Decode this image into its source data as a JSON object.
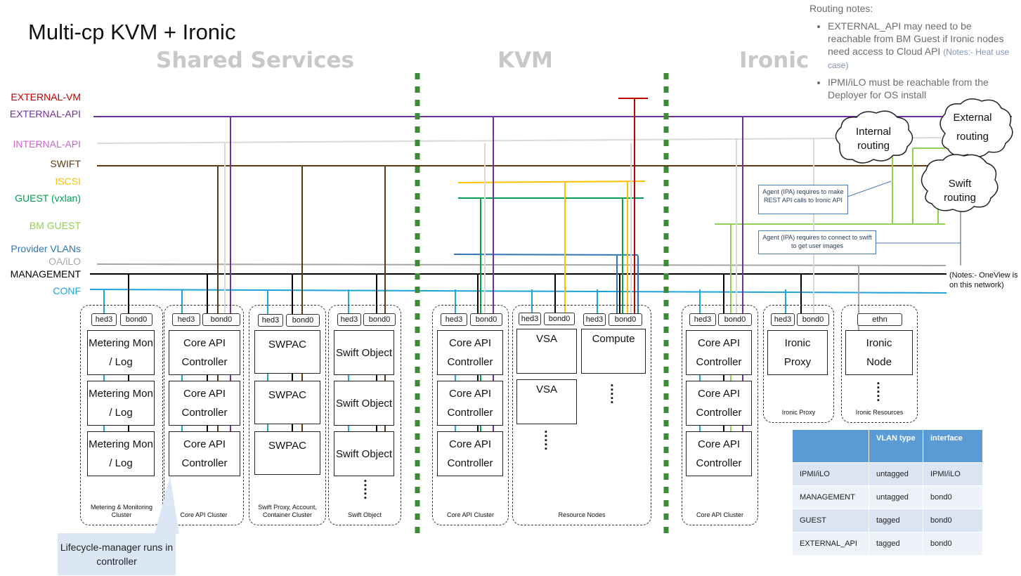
{
  "title": "Multi-cp  KVM + Ironic",
  "sections": [
    "Shared Services",
    "KVM",
    "Ironic"
  ],
  "colors": {
    "external_vm": "#c00000",
    "external_api": "#7030a0",
    "internal_api": "#d9d9d9",
    "swift": "#5f3a10",
    "iscsi": "#ffc000",
    "guest_vxlan": "#00a050",
    "bm_guest": "#92d050",
    "provider_vlans": "#2e75b6",
    "oa_ilo": "#a6a6a6",
    "management": "#000000",
    "conf": "#00b0f0",
    "divider": "#3d8b37"
  },
  "networks": [
    {
      "id": "external_vm",
      "label": "EXTERNAL-VM",
      "color": "#c00000"
    },
    {
      "id": "external_api",
      "label": "EXTERNAL-API",
      "color": "#7030a0"
    },
    {
      "id": "internal_api",
      "label": "INTERNAL-API",
      "color": "#cc66cc"
    },
    {
      "id": "swift",
      "label": "SWIFT",
      "color": "#5f3a10"
    },
    {
      "id": "iscsi",
      "label": "ISCSI",
      "color": "#ffc000"
    },
    {
      "id": "guest",
      "label": "GUEST (vxlan)",
      "color": "#00a050"
    },
    {
      "id": "bm_guest",
      "label": "BM GUEST",
      "color": "#92d050"
    },
    {
      "id": "provider",
      "label": "Provider VLANs",
      "color": "#2e75b6"
    },
    {
      "id": "oa_ilo",
      "label": "OA/iLO",
      "color": "#a6a6a6"
    },
    {
      "id": "management",
      "label": "MANAGEMENT",
      "color": "#000000"
    },
    {
      "id": "conf",
      "label": "CONF",
      "color": "#1fa3d8"
    }
  ],
  "routing_notes": {
    "heading": "Routing notes:",
    "bullet1": "EXTERNAL_API may need to be reachable from BM Guest if Ironic nodes need access to Cloud API",
    "bullet1_sub": "(Notes:- Heat use case)",
    "bullet2": "IPMI/iLO must be reachable from the Deployer for OS install"
  },
  "clouds": {
    "internal": "Internal routing",
    "external": "External routing",
    "swift": "Swift routing"
  },
  "callouts": {
    "rest_api": "Agent (IPA) requires to make REST API calls to Ironic API",
    "swift_images": "Agent (IPA) requires to connect to swift to get user images"
  },
  "management_note": "(Notes:- OneView is on this network)",
  "nic_labels": {
    "hed3": "hed3",
    "bond0": "bond0",
    "ethn": "ethn"
  },
  "clusters": {
    "metering": {
      "label": "Metering & Monitoring Cluster",
      "nodes": [
        "Metering Mon / Log",
        "Metering Mon / Log",
        "Metering Mon / Log"
      ]
    },
    "core_api_shared": {
      "label": "Core API Cluster",
      "nodes": [
        "Core API Controller",
        "Core API Controller",
        "Core API Controller"
      ]
    },
    "swpac": {
      "label": "Swift Proxy, Account, Container Cluster",
      "nodes": [
        "SWPAC",
        "SWPAC",
        "SWPAC"
      ]
    },
    "swift_object": {
      "label": "Swift Object",
      "nodes": [
        "Swift Object",
        "Swift Object",
        "Swift Object"
      ]
    },
    "core_api_kvm": {
      "label": "Core API Cluster",
      "nodes": [
        "Core API Controller",
        "Core API Controller",
        "Core API Controller"
      ]
    },
    "resource_nodes": {
      "label": "Resource Nodes",
      "nodes": [
        "VSA",
        "VSA",
        "Compute"
      ]
    },
    "core_api_ironic": {
      "label": "Core API Cluster",
      "nodes": [
        "Core API Controller",
        "Core API Controller",
        "Core API Controller"
      ]
    },
    "ironic_proxy": {
      "label": "Ironic Proxy",
      "nodes": [
        "Ironic Proxy"
      ]
    },
    "ironic_resources": {
      "label": "Ironic Resources",
      "nodes": [
        "Ironic Node"
      ]
    }
  },
  "lifecycle_note": "Lifecycle-manager runs in controller",
  "vlan_table": {
    "headers": [
      "",
      "VLAN type",
      "interface"
    ],
    "rows": [
      [
        "IPMI/iLO",
        "untagged",
        "IPMI/iLO"
      ],
      [
        "MANAGEMENT",
        "untagged",
        "bond0"
      ],
      [
        "GUEST",
        "tagged",
        "bond0"
      ],
      [
        "EXTERNAL_API",
        "tagged",
        "bond0"
      ]
    ]
  }
}
